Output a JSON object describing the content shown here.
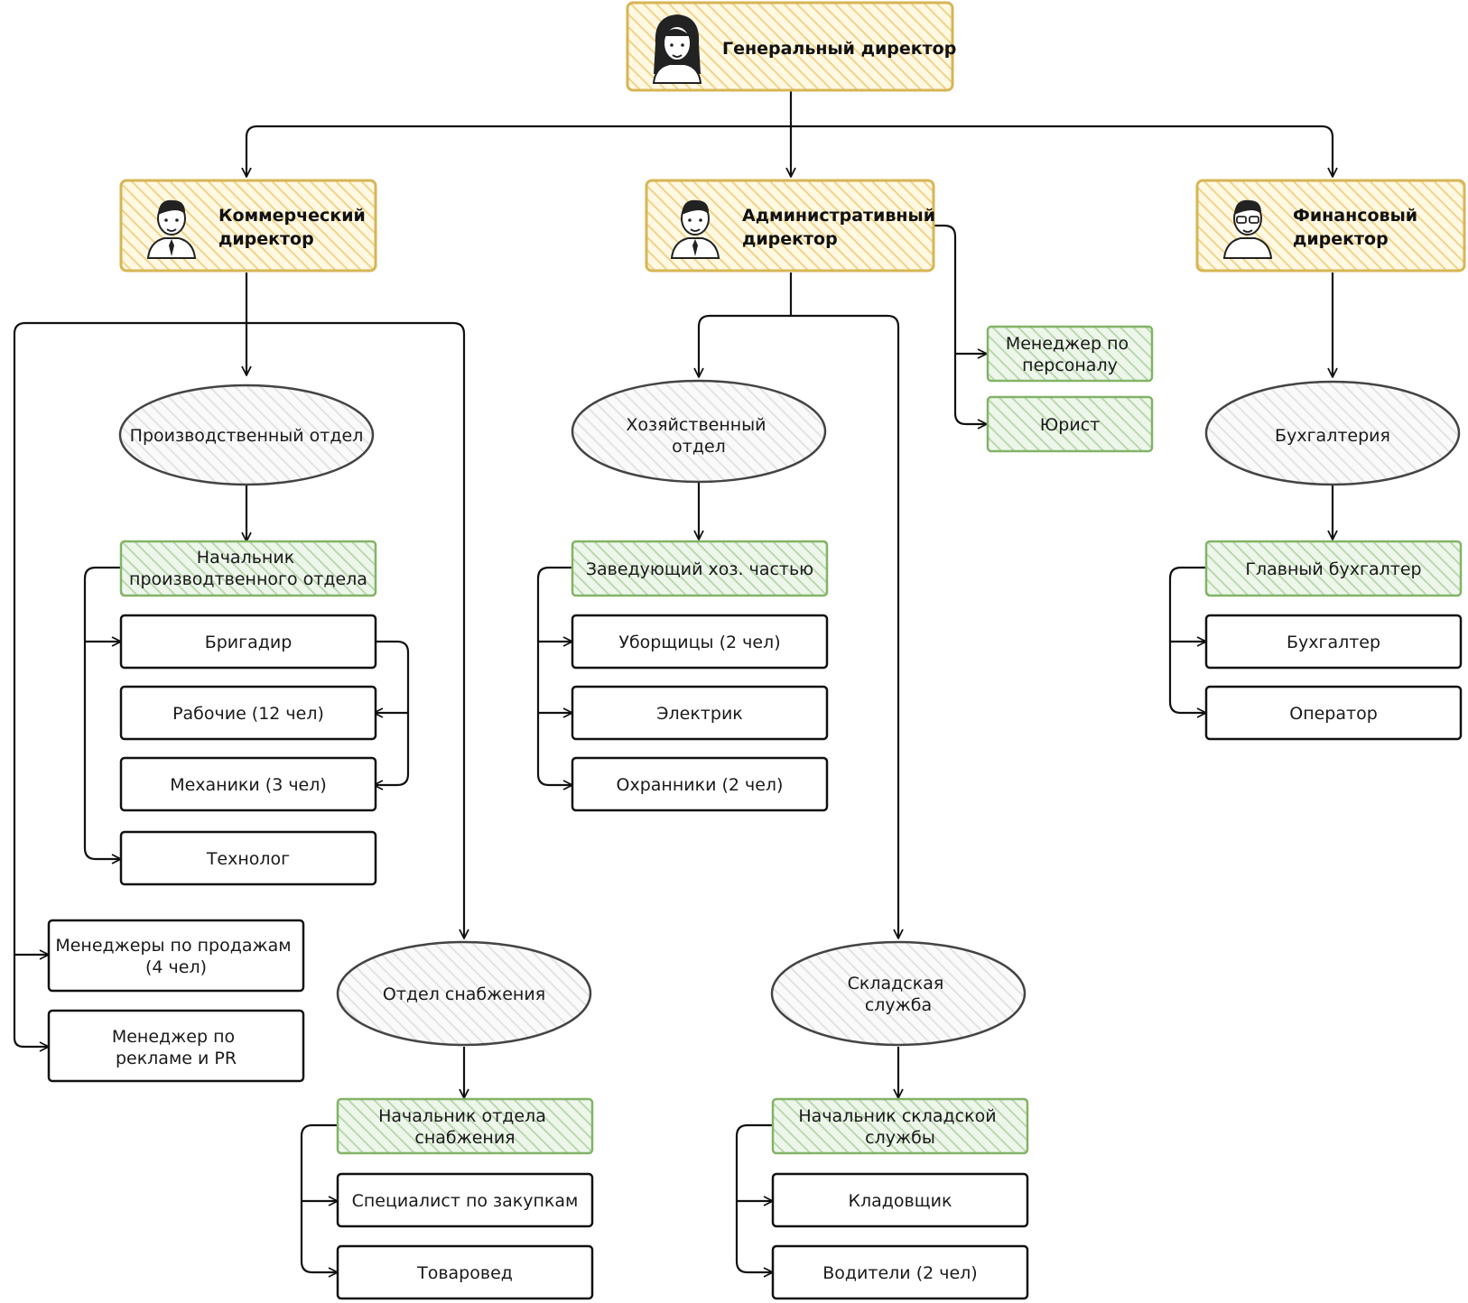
{
  "colors": {
    "executive_fill": "#fbe9b5",
    "executive_stroke": "#d6b656",
    "lead_fill": "#d5e8d4",
    "lead_stroke": "#82b366",
    "ellipse_fill": "#f2f2f2",
    "ellipse_stroke": "#444444",
    "role_stroke": "#111111",
    "edge": "#111111"
  },
  "executives": {
    "general": "Генеральный директор",
    "commercial": [
      "Коммерческий",
      "директор"
    ],
    "administrative": [
      "Административный",
      "директор"
    ],
    "financial": [
      "Финансовый",
      "директор"
    ]
  },
  "departments": {
    "production": [
      "Производственный отдел"
    ],
    "household": [
      "Хозяйственный",
      "отдел"
    ],
    "accounting": [
      "Бухгалтерия"
    ],
    "supply": [
      "Отдел снабжения"
    ],
    "warehouse": [
      "Складская",
      "служба"
    ]
  },
  "leads": {
    "production_head": [
      "Начальник",
      "производтвенного отдела"
    ],
    "household_head": [
      "Заведующий хоз. частью"
    ],
    "chief_accountant": [
      "Главный бухгалтер"
    ],
    "supply_head": [
      "Начальник отдела",
      "снабжения"
    ],
    "warehouse_head": [
      "Начальник складской",
      "службы"
    ],
    "hr_manager": [
      "Менеджер по",
      "персоналу"
    ],
    "lawyer": [
      "Юрист"
    ]
  },
  "roles": {
    "foreman": [
      "Бригадир"
    ],
    "workers": [
      "Рабочие (12 чел)"
    ],
    "mechanics": [
      "Механики (3 чел)"
    ],
    "technologist": [
      "Технолог"
    ],
    "sales_managers": [
      "Менеджеры по продажам",
      "(4 чел)"
    ],
    "pr_manager": [
      "Менеджер по",
      "рекламе и PR"
    ],
    "cleaners": [
      "Уборщицы (2 чел)"
    ],
    "electrician": [
      "Электрик"
    ],
    "guards": [
      "Охранники (2 чел)"
    ],
    "accountant": [
      "Бухгалтер"
    ],
    "operator": [
      "Оператор"
    ],
    "purchasing_specialist": [
      "Специалист по закупкам"
    ],
    "merchandiser": [
      "Товаровед"
    ],
    "storekeeper": [
      "Кладовщик"
    ],
    "drivers": [
      "Водители (2 чел)"
    ]
  }
}
